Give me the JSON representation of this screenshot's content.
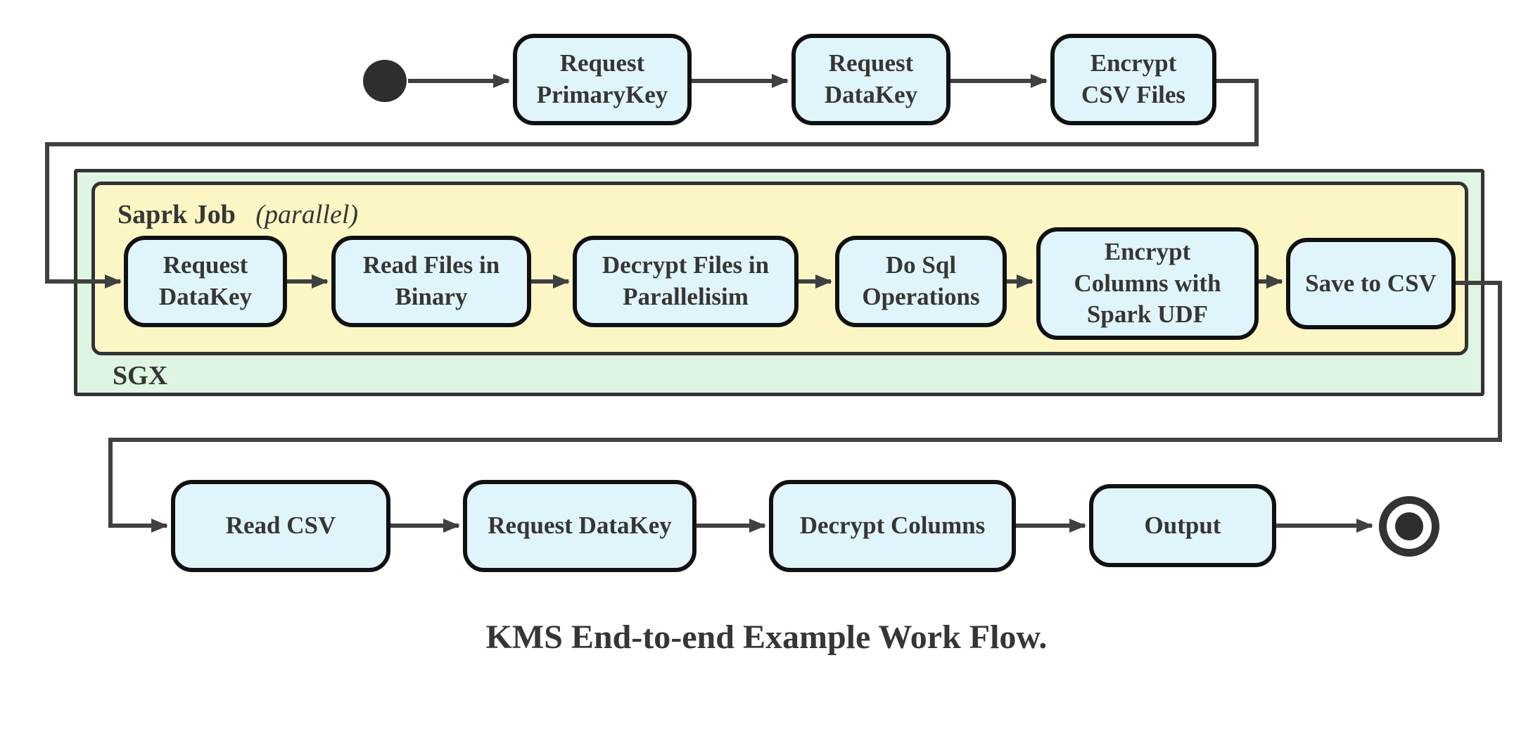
{
  "diagram": {
    "caption": "KMS End-to-end Example Work Flow.",
    "colors": {
      "node_fill": "#e0f5fb",
      "node_border": "#111111",
      "sgx_fill": "#def5e2",
      "spark_fill": "#fcf6c5",
      "container_border": "#333333",
      "line": "#404040",
      "text": "#363636"
    },
    "top_row": [
      {
        "label": "Request\nPrimaryKey"
      },
      {
        "label": "Request\nDataKey"
      },
      {
        "label": "Encrypt\nCSV Files"
      }
    ],
    "sgx": {
      "label": "SGX",
      "spark": {
        "title": "Saprk Job",
        "title_suffix": "(parallel)",
        "nodes": [
          {
            "label": "Request\nDataKey"
          },
          {
            "label": "Read Files in\nBinary"
          },
          {
            "label": "Decrypt Files in\nParallelisim"
          },
          {
            "label": "Do Sql\nOperations"
          },
          {
            "label": "Encrypt\nColumns with\nSpark UDF"
          },
          {
            "label": "Save to CSV"
          }
        ]
      }
    },
    "bottom_row": [
      {
        "label": "Read CSV"
      },
      {
        "label": "Request DataKey"
      },
      {
        "label": "Decrypt Columns"
      },
      {
        "label": "Output"
      }
    ]
  }
}
